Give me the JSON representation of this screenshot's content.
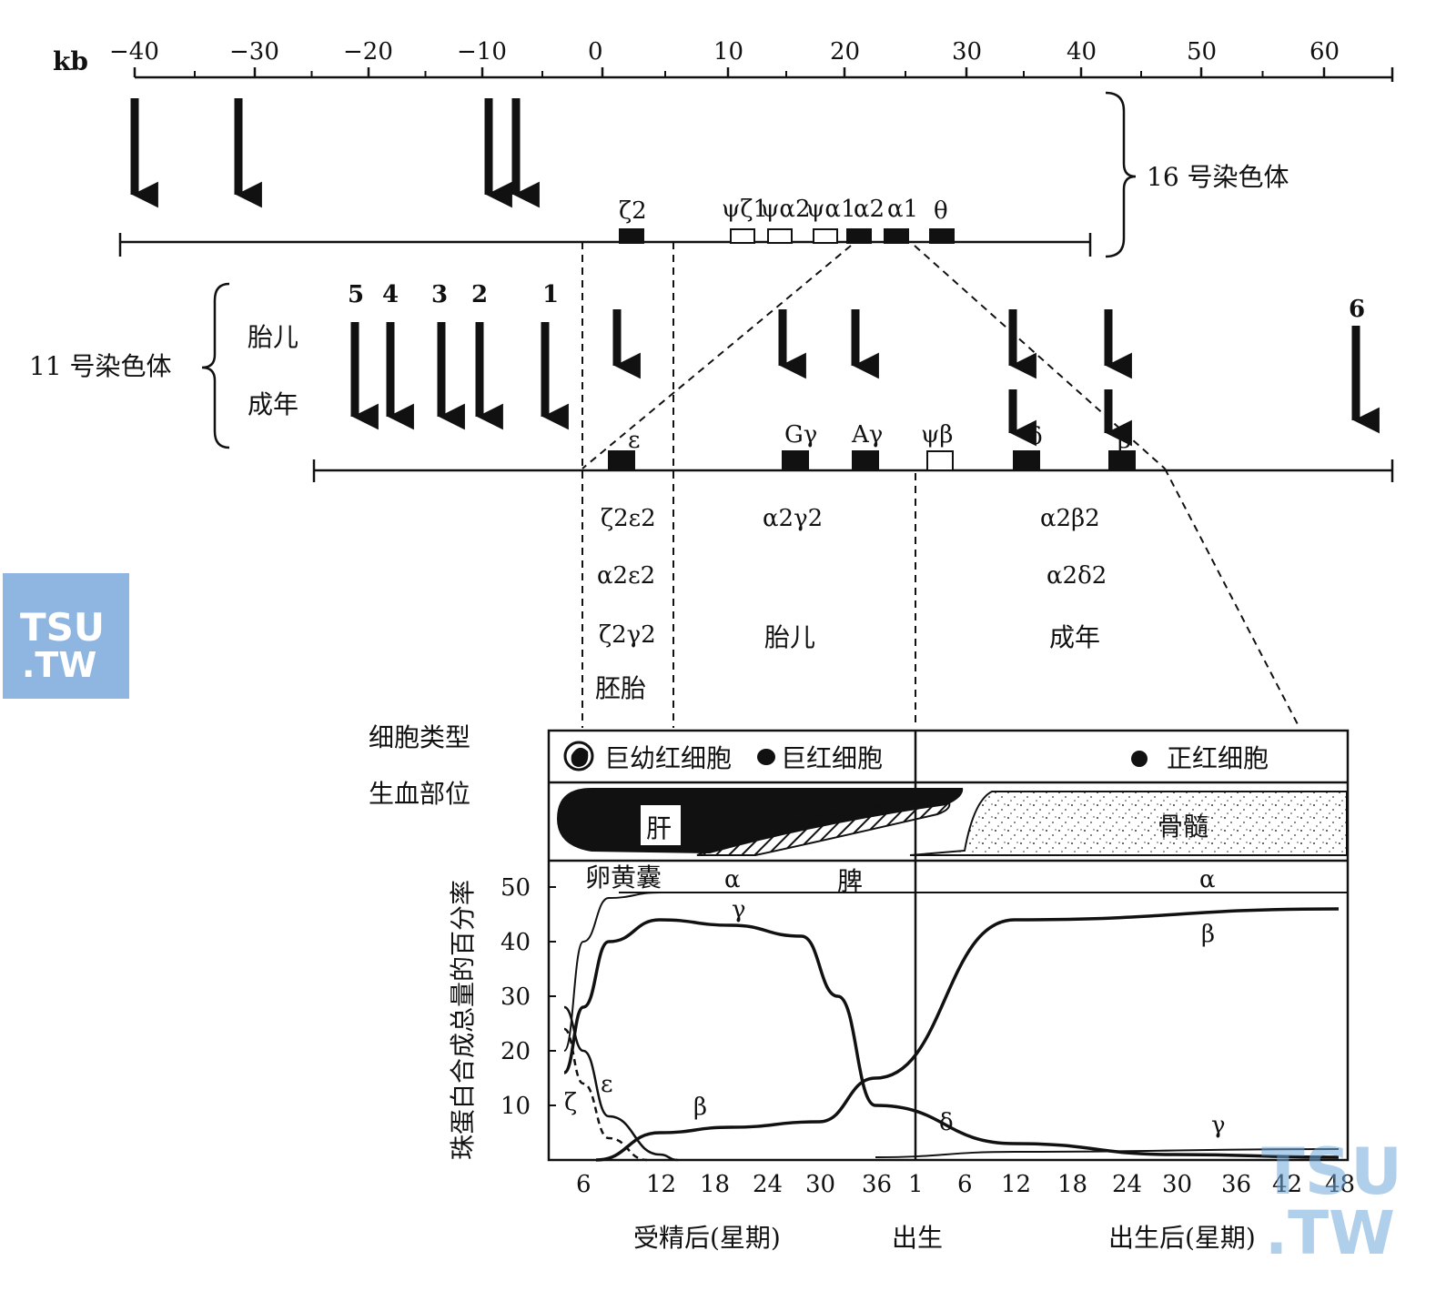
{
  "scale": {
    "unit": "kb",
    "ticks": [
      "−40",
      "−30",
      "−20",
      "−10",
      "0",
      "10",
      "20",
      "30",
      "40",
      "50",
      "60"
    ]
  },
  "chr16": {
    "label": "16 号染色体",
    "genes": [
      "ζ2",
      "ψζ1",
      "ψα2",
      "ψα1",
      "α2",
      "α1",
      "θ"
    ]
  },
  "chr11": {
    "label": "11 号染色体",
    "fetal": "胎儿",
    "adult": "成年",
    "hs_numbers": [
      "5",
      "4",
      "3",
      "2",
      "1",
      "6"
    ],
    "genes": [
      "ε",
      "Gγ",
      "Aγ",
      "ψβ",
      "δ",
      "β"
    ]
  },
  "stages": {
    "embryo": [
      "ζ2ε2",
      "α2ε2",
      "ζ2γ2"
    ],
    "embryo_label": "胚胎",
    "fetal": "α2γ2",
    "fetal_label": "胎儿",
    "adult": [
      "α2β2",
      "α2δ2"
    ],
    "adult_label": "成年"
  },
  "cells": {
    "row_label": "细胞类型",
    "megaloblast": "巨幼红细胞",
    "macrocyte": "巨红细胞",
    "normocyte": "正红细胞"
  },
  "sites": {
    "row_label": "生血部位",
    "liver": "肝",
    "marrow": "骨髓",
    "yolk": "卵黄囊",
    "spleen": "脾"
  },
  "chart_data": {
    "type": "line",
    "ylabel": "珠蛋白合成总量的百分率",
    "yticks": [
      "10",
      "20",
      "30",
      "40",
      "50"
    ],
    "ylim": [
      0,
      50
    ],
    "x_before_birth": [
      "6",
      "12",
      "18",
      "24",
      "30",
      "36"
    ],
    "x_after_birth": [
      "1",
      "6",
      "12",
      "18",
      "24",
      "30",
      "36",
      "42",
      "48"
    ],
    "xlabel_before": "受精后(星期)",
    "xlabel_birth": "出生",
    "xlabel_after": "出生后(星期)",
    "series_labels": {
      "alpha": "α",
      "gamma": "γ",
      "beta": "β",
      "epsilon": "ε",
      "zeta": "ζ",
      "delta": "δ"
    },
    "series": [
      {
        "name": "α",
        "x": [
          5,
          6,
          8,
          12,
          20,
          30,
          40,
          48
        ],
        "values": [
          20,
          40,
          48,
          49,
          49,
          49,
          49,
          49
        ]
      },
      {
        "name": "γ",
        "x": [
          5,
          6,
          8,
          12,
          20,
          28,
          32,
          36,
          42,
          46,
          48
        ],
        "values": [
          16,
          28,
          40,
          44,
          43,
          41,
          30,
          10,
          3,
          1,
          0.5
        ]
      },
      {
        "name": "β",
        "x": [
          7,
          12,
          20,
          30,
          36,
          42,
          48
        ],
        "values": [
          0,
          5,
          6,
          7,
          15,
          44,
          46
        ]
      },
      {
        "name": "ε",
        "x": [
          5,
          6,
          8,
          12,
          14
        ],
        "values": [
          28,
          20,
          8,
          1,
          0
        ]
      },
      {
        "name": "ζ",
        "x": [
          5,
          6,
          8,
          11
        ],
        "values": [
          24,
          14,
          4,
          0
        ]
      },
      {
        "name": "δ",
        "x": [
          36,
          42,
          48
        ],
        "values": [
          0.5,
          1.5,
          2
        ]
      }
    ]
  },
  "watermark": "TSU .TW"
}
